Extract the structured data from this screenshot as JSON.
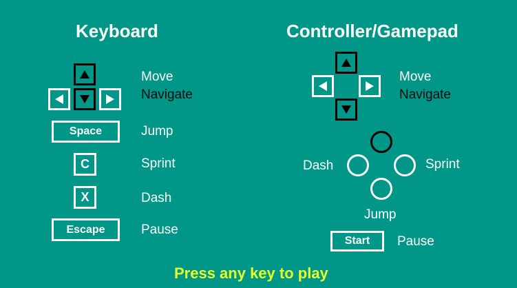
{
  "colors": {
    "background": "#009688",
    "text": "#ffffff",
    "secondary_text": "#0b0b0b",
    "prompt": "#e6ff2b"
  },
  "keyboard": {
    "title": "Keyboard",
    "dpad": {
      "up_icon": "arrow-up",
      "down_icon": "arrow-down",
      "left_icon": "arrow-left",
      "right_icon": "arrow-right"
    },
    "move_label": "Move",
    "navigate_label": "Navigate",
    "bindings": [
      {
        "key": "Space",
        "action": "Jump"
      },
      {
        "key": "C",
        "action": "Sprint"
      },
      {
        "key": "X",
        "action": "Dash"
      },
      {
        "key": "Escape",
        "action": "Pause"
      }
    ]
  },
  "controller": {
    "title": "Controller/Gamepad",
    "dpad": {
      "up_icon": "arrow-up",
      "down_icon": "arrow-down",
      "left_icon": "arrow-left",
      "right_icon": "arrow-right"
    },
    "move_label": "Move",
    "navigate_label": "Navigate",
    "face_buttons": {
      "left_action": "Dash",
      "right_action": "Sprint",
      "bottom_action": "Jump"
    },
    "start_key": "Start",
    "start_action": "Pause"
  },
  "prompt": "Press any key to play"
}
